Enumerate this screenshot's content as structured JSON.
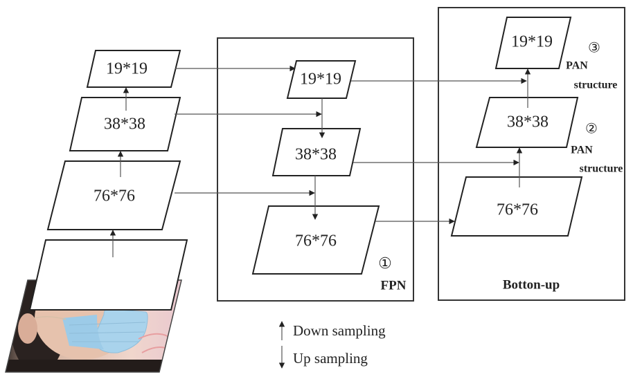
{
  "backbone": {
    "layers": [
      {
        "label": "19*19"
      },
      {
        "label": "38*38"
      },
      {
        "label": "76*76"
      }
    ],
    "input_image": "face-mask-photo"
  },
  "fpn": {
    "title": "FPN",
    "index": "①",
    "layers": [
      {
        "label": "19*19"
      },
      {
        "label": "38*38"
      },
      {
        "label": "76*76"
      }
    ]
  },
  "bottom_up": {
    "title": "Botton-up",
    "layers": [
      {
        "label": "19*19"
      },
      {
        "label": "38*38"
      },
      {
        "label": "76*76"
      }
    ],
    "annotations": [
      {
        "index": "③",
        "line1": "PAN",
        "line2": "structure"
      },
      {
        "index": "②",
        "line1": "PAN",
        "line2": "structure"
      }
    ]
  },
  "legend": {
    "down": "Down sampling",
    "up": "Up sampling"
  },
  "colors": {
    "stroke": "#222222",
    "mask": "#a9d3ec",
    "skin": "#e9c9b6"
  }
}
